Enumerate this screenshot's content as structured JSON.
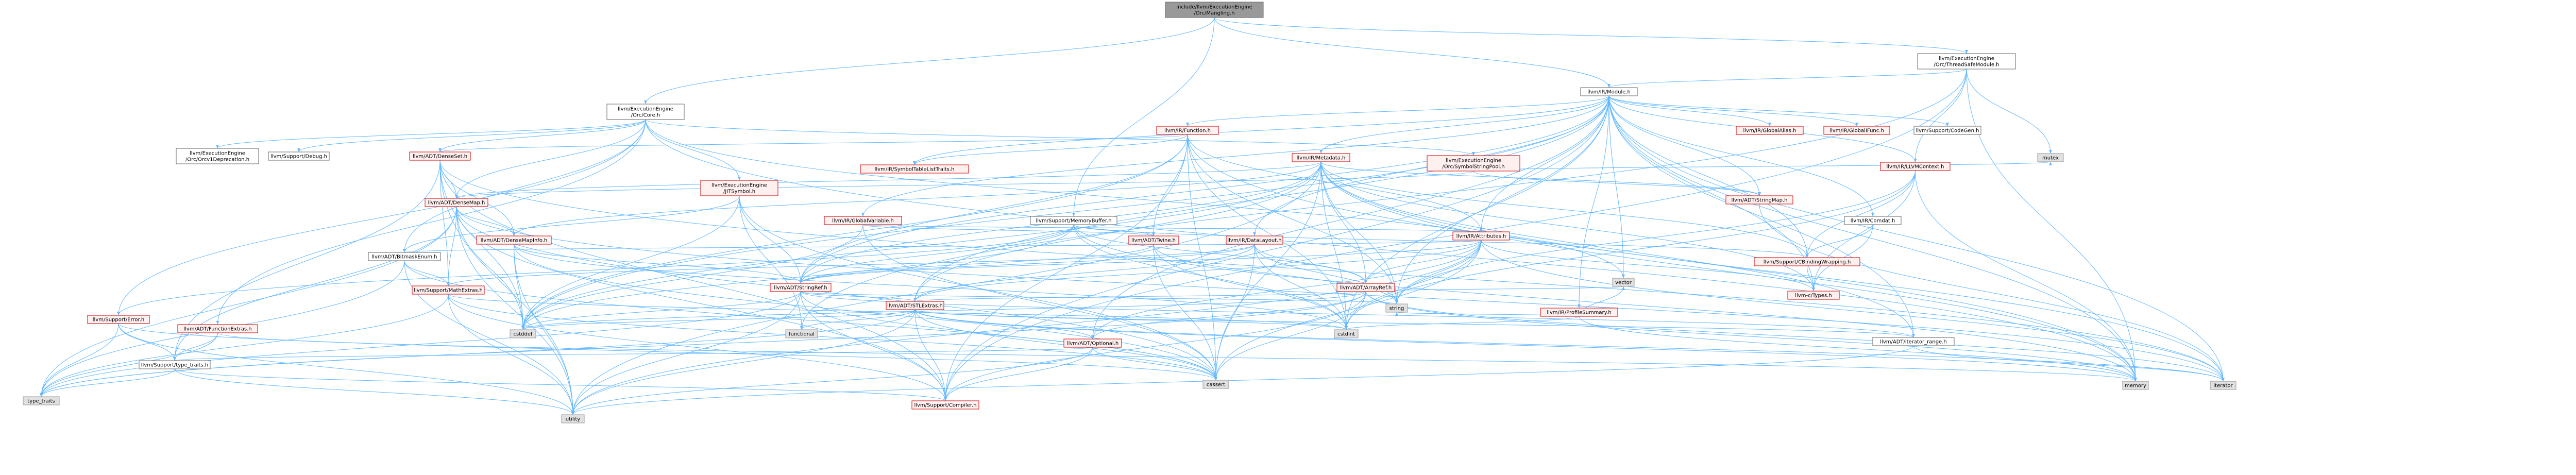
{
  "graph": {
    "title": "",
    "colors": {
      "root_fill": "#999999",
      "node_fill": "#ffffff",
      "node_border": "#666666",
      "truncated_fill": "#fff0f0",
      "truncated_border": "#cc0000",
      "system_fill": "#e0e0e0",
      "edge": "#63b8ff"
    },
    "nodes": [
      {
        "id": "root",
        "kind": "root",
        "lines": [
          "include/llvm/ExecutionEngine",
          "/Orc/Mangling.h"
        ]
      },
      {
        "id": "tsm",
        "kind": "normal",
        "lines": [
          "llvm/ExecutionEngine",
          "/Orc/ThreadSafeModule.h"
        ]
      },
      {
        "id": "module",
        "kind": "normal",
        "lines": [
          "llvm/IR/Module.h"
        ]
      },
      {
        "id": "core",
        "kind": "normal",
        "lines": [
          "llvm/ExecutionEngine",
          "/Orc/Core.h"
        ]
      },
      {
        "id": "orcdep",
        "kind": "normal",
        "lines": [
          "llvm/ExecutionEngine",
          "/Orc/Orcv1Deprecation.h"
        ]
      },
      {
        "id": "debug",
        "kind": "normal",
        "lines": [
          "llvm/Support/Debug.h"
        ]
      },
      {
        "id": "denseset",
        "kind": "trunc",
        "lines": [
          "llvm/ADT/DenseSet.h"
        ]
      },
      {
        "id": "jitsymbol",
        "kind": "trunc",
        "lines": [
          "llvm/ExecutionEngine",
          "/JITSymbol.h"
        ]
      },
      {
        "id": "symtablelist",
        "kind": "trunc",
        "lines": [
          "llvm/IR/SymbolTableListTraits.h"
        ]
      },
      {
        "id": "globalvar",
        "kind": "trunc",
        "lines": [
          "llvm/IR/GlobalVariable.h"
        ]
      },
      {
        "id": "function",
        "kind": "trunc",
        "lines": [
          "llvm/IR/Function.h"
        ]
      },
      {
        "id": "metadata",
        "kind": "trunc",
        "lines": [
          "llvm/IR/Metadata.h"
        ]
      },
      {
        "id": "symstrpool",
        "kind": "trunc",
        "lines": [
          "llvm/ExecutionEngine",
          "/Orc/SymbolStringPool.h"
        ]
      },
      {
        "id": "globalalias",
        "kind": "trunc",
        "lines": [
          "llvm/IR/GlobalAlias.h"
        ]
      },
      {
        "id": "globalifunc",
        "kind": "trunc",
        "lines": [
          "llvm/IR/GlobalIFunc.h"
        ]
      },
      {
        "id": "codegen",
        "kind": "normal",
        "lines": [
          "llvm/Support/CodeGen.h"
        ]
      },
      {
        "id": "comdat",
        "kind": "normal",
        "lines": [
          "llvm/IR/Comdat.h"
        ]
      },
      {
        "id": "llvmctx",
        "kind": "trunc",
        "lines": [
          "llvm/IR/LLVMContext.h"
        ]
      },
      {
        "id": "stringmap",
        "kind": "trunc",
        "lines": [
          "llvm/ADT/StringMap.h"
        ]
      },
      {
        "id": "mutex",
        "kind": "sys",
        "lines": [
          "mutex"
        ]
      },
      {
        "id": "densemap",
        "kind": "trunc",
        "lines": [
          "llvm/ADT/DenseMap.h"
        ]
      },
      {
        "id": "densemapinfo",
        "kind": "trunc",
        "lines": [
          "llvm/ADT/DenseMapInfo.h"
        ]
      },
      {
        "id": "bitmask",
        "kind": "normal",
        "lines": [
          "llvm/ADT/BitmaskEnum.h"
        ]
      },
      {
        "id": "memorybuffer",
        "kind": "normal",
        "lines": [
          "llvm/Support/MemoryBuffer.h"
        ]
      },
      {
        "id": "twine",
        "kind": "trunc",
        "lines": [
          "llvm/ADT/Twine.h"
        ]
      },
      {
        "id": "datalayout",
        "kind": "trunc",
        "lines": [
          "llvm/IR/DataLayout.h"
        ]
      },
      {
        "id": "attributes",
        "kind": "trunc",
        "lines": [
          "llvm/IR/Attributes.h"
        ]
      },
      {
        "id": "cbinding",
        "kind": "trunc",
        "lines": [
          "llvm/Support/CBindingWrapping.h"
        ]
      },
      {
        "id": "ctypes",
        "kind": "trunc",
        "lines": [
          "llvm-c/Types.h"
        ]
      },
      {
        "id": "stringref",
        "kind": "trunc",
        "lines": [
          "llvm/ADT/StringRef.h"
        ]
      },
      {
        "id": "arrayref",
        "kind": "trunc",
        "lines": [
          "llvm/ADT/ArrayRef.h"
        ]
      },
      {
        "id": "mathextras",
        "kind": "trunc",
        "lines": [
          "llvm/Support/MathExtras.h"
        ]
      },
      {
        "id": "stlextras",
        "kind": "trunc",
        "lines": [
          "llvm/ADT/STLExtras.h"
        ]
      },
      {
        "id": "profsummary",
        "kind": "trunc",
        "lines": [
          "llvm/IR/ProfileSummary.h"
        ]
      },
      {
        "id": "error",
        "kind": "trunc",
        "lines": [
          "llvm/Support/Error.h"
        ]
      },
      {
        "id": "funcextras",
        "kind": "trunc",
        "lines": [
          "llvm/ADT/FunctionExtras.h"
        ]
      },
      {
        "id": "optional",
        "kind": "trunc",
        "lines": [
          "llvm/ADT/Optional.h"
        ]
      },
      {
        "id": "iterrange",
        "kind": "normal",
        "lines": [
          "llvm/ADT/iterator_range.h"
        ]
      },
      {
        "id": "typetraits",
        "kind": "normal",
        "lines": [
          "llvm/Support/type_traits.h"
        ]
      },
      {
        "id": "compiler",
        "kind": "trunc",
        "lines": [
          "llvm/Support/Compiler.h"
        ]
      },
      {
        "id": "cstddef",
        "kind": "sys",
        "lines": [
          "cstddef"
        ]
      },
      {
        "id": "functional",
        "kind": "sys",
        "lines": [
          "functional"
        ]
      },
      {
        "id": "string",
        "kind": "sys",
        "lines": [
          "string"
        ]
      },
      {
        "id": "vector",
        "kind": "sys",
        "lines": [
          "vector"
        ]
      },
      {
        "id": "cstdint",
        "kind": "sys",
        "lines": [
          "cstdint"
        ]
      },
      {
        "id": "cassert",
        "kind": "sys",
        "lines": [
          "cassert"
        ]
      },
      {
        "id": "memory",
        "kind": "sys",
        "lines": [
          "memory"
        ]
      },
      {
        "id": "iterator",
        "kind": "sys",
        "lines": [
          "iterator"
        ]
      },
      {
        "id": "typetraitsstd",
        "kind": "sys",
        "lines": [
          "type_traits"
        ]
      },
      {
        "id": "utility",
        "kind": "sys",
        "lines": [
          "utility"
        ]
      }
    ],
    "edges": [
      [
        "root",
        "tsm"
      ],
      [
        "root",
        "module"
      ],
      [
        "root",
        "core"
      ],
      [
        "root",
        "memorybuffer"
      ],
      [
        "tsm",
        "module"
      ],
      [
        "tsm",
        "llvmctx"
      ],
      [
        "tsm",
        "compiler"
      ],
      [
        "tsm",
        "functional"
      ],
      [
        "tsm",
        "memory"
      ],
      [
        "tsm",
        "mutex"
      ],
      [
        "module",
        "comdat"
      ],
      [
        "module",
        "cbinding"
      ],
      [
        "module",
        "ctypes"
      ],
      [
        "module",
        "attributes"
      ],
      [
        "module",
        "datalayout"
      ],
      [
        "module",
        "function"
      ],
      [
        "module",
        "globalalias"
      ],
      [
        "module",
        "globalifunc"
      ],
      [
        "module",
        "globalvar"
      ],
      [
        "module",
        "metadata"
      ],
      [
        "module",
        "profsummary"
      ],
      [
        "module",
        "symtablelist"
      ],
      [
        "module",
        "codegen"
      ],
      [
        "module",
        "iterrange"
      ],
      [
        "module",
        "stringmap"
      ],
      [
        "module",
        "stringref"
      ],
      [
        "module",
        "stlextras"
      ],
      [
        "module",
        "optional"
      ],
      [
        "module",
        "cstddef"
      ],
      [
        "module",
        "cstdint"
      ],
      [
        "module",
        "iterator"
      ],
      [
        "module",
        "memory"
      ],
      [
        "module",
        "string"
      ],
      [
        "module",
        "vector"
      ],
      [
        "module",
        "llvmctx"
      ],
      [
        "module",
        "compiler"
      ],
      [
        "core",
        "bitmask"
      ],
      [
        "core",
        "densemap"
      ],
      [
        "core",
        "denseset"
      ],
      [
        "core",
        "funcextras"
      ],
      [
        "core",
        "jitsymbol"
      ],
      [
        "core",
        "symstrpool"
      ],
      [
        "core",
        "orcdep"
      ],
      [
        "core",
        "debug"
      ],
      [
        "core",
        "error"
      ],
      [
        "core",
        "memory"
      ],
      [
        "core",
        "vector"
      ],
      [
        "denseset",
        "densemap"
      ],
      [
        "denseset",
        "densemapinfo"
      ],
      [
        "denseset",
        "mathextras"
      ],
      [
        "denseset",
        "typetraits"
      ],
      [
        "denseset",
        "cstddef"
      ],
      [
        "denseset",
        "utility"
      ],
      [
        "denseset",
        "iterator"
      ],
      [
        "denseset",
        "compiler"
      ],
      [
        "densemap",
        "densemapinfo"
      ],
      [
        "densemap",
        "mathextras"
      ],
      [
        "densemap",
        "compiler"
      ],
      [
        "densemap",
        "typetraits"
      ],
      [
        "densemap",
        "cassert"
      ],
      [
        "densemap",
        "cstddef"
      ],
      [
        "densemap",
        "iterator"
      ],
      [
        "densemap",
        "utility"
      ],
      [
        "densemap",
        "typetraitsstd"
      ],
      [
        "densemapinfo",
        "cassert"
      ],
      [
        "densemapinfo",
        "cstddef"
      ],
      [
        "densemapinfo",
        "cstdint"
      ],
      [
        "densemapinfo",
        "utility"
      ],
      [
        "densemapinfo",
        "stringref"
      ],
      [
        "jitsymbol",
        "functional"
      ],
      [
        "jitsymbol",
        "cassert"
      ],
      [
        "jitsymbol",
        "cstddef"
      ],
      [
        "jitsymbol",
        "stringref"
      ],
      [
        "jitsymbol",
        "bitmask"
      ],
      [
        "bitmask",
        "cassert"
      ],
      [
        "bitmask",
        "typetraitsstd"
      ],
      [
        "bitmask",
        "utility"
      ],
      [
        "bitmask",
        "mathextras"
      ],
      [
        "function",
        "denseset"
      ],
      [
        "function",
        "stringref"
      ],
      [
        "function",
        "twine"
      ],
      [
        "function",
        "attributes"
      ],
      [
        "function",
        "symtablelist"
      ],
      [
        "function",
        "compiler"
      ],
      [
        "function",
        "cassert"
      ],
      [
        "function",
        "cstddef"
      ],
      [
        "function",
        "cstdint"
      ],
      [
        "function",
        "memory"
      ],
      [
        "function",
        "string"
      ],
      [
        "metadata",
        "arrayref"
      ],
      [
        "metadata",
        "densemap"
      ],
      [
        "metadata",
        "densemapinfo"
      ],
      [
        "metadata",
        "stringmap"
      ],
      [
        "metadata",
        "stringref"
      ],
      [
        "metadata",
        "cbinding"
      ],
      [
        "metadata",
        "ctypes"
      ],
      [
        "metadata",
        "stlextras"
      ],
      [
        "metadata",
        "iterrange"
      ],
      [
        "metadata",
        "cassert"
      ],
      [
        "metadata",
        "cstddef"
      ],
      [
        "metadata",
        "cstdint"
      ],
      [
        "metadata",
        "iterator"
      ],
      [
        "metadata",
        "memory"
      ],
      [
        "metadata",
        "string"
      ],
      [
        "metadata",
        "type_traits"
      ],
      [
        "metadata",
        "utility"
      ],
      [
        "symstrpool",
        "densemap"
      ],
      [
        "symstrpool",
        "stringmap"
      ],
      [
        "symstrpool",
        "mutex"
      ],
      [
        "symstrpool",
        "atomic"
      ],
      [
        "globalvar",
        "twine"
      ],
      [
        "globalvar",
        "attributes"
      ],
      [
        "globalvar",
        "cassert"
      ],
      [
        "globalvar",
        "cstddef"
      ],
      [
        "memorybuffer",
        "arrayref"
      ],
      [
        "memorybuffer",
        "stringref"
      ],
      [
        "memorybuffer",
        "twine"
      ],
      [
        "memorybuffer",
        "cbinding"
      ],
      [
        "memorybuffer",
        "error"
      ],
      [
        "memorybuffer",
        "memory"
      ],
      [
        "memorybuffer",
        "cstddef"
      ],
      [
        "memorybuffer",
        "cstdint"
      ],
      [
        "twine",
        "stringref"
      ],
      [
        "twine",
        "cassert"
      ],
      [
        "twine",
        "cstdint"
      ],
      [
        "twine",
        "string"
      ],
      [
        "datalayout",
        "arrayref"
      ],
      [
        "datalayout",
        "stringref"
      ],
      [
        "datalayout",
        "mathextras"
      ],
      [
        "datalayout",
        "cassert"
      ],
      [
        "datalayout",
        "cstdint"
      ],
      [
        "datalayout",
        "string"
      ],
      [
        "datalayout",
        "stlextras"
      ],
      [
        "attributes",
        "arrayref"
      ],
      [
        "attributes",
        "stringref"
      ],
      [
        "attributes",
        "stlextras"
      ],
      [
        "attributes",
        "optional"
      ],
      [
        "attributes",
        "ctypes"
      ],
      [
        "attributes",
        "iterator"
      ],
      [
        "attributes",
        "cassert"
      ],
      [
        "attributes",
        "cstdint"
      ],
      [
        "attributes",
        "string"
      ],
      [
        "attributes",
        "utility"
      ],
      [
        "attributes",
        "bitmask"
      ],
      [
        "cbinding",
        "ctypes"
      ],
      [
        "llvmctx",
        "ctypes"
      ],
      [
        "llvmctx",
        "cbinding"
      ],
      [
        "llvmctx",
        "cstdint"
      ],
      [
        "llvmctx",
        "memory"
      ],
      [
        "llvmctx",
        "string"
      ],
      [
        "comdat",
        "ctypes"
      ],
      [
        "comdat",
        "cbinding"
      ],
      [
        "stringmap",
        "iterator"
      ],
      [
        "stringref",
        "stlextras"
      ],
      [
        "stringref",
        "compiler"
      ],
      [
        "stringref",
        "cassert"
      ],
      [
        "stringref",
        "cstddef"
      ],
      [
        "stringref",
        "string"
      ],
      [
        "stringref",
        "utility"
      ],
      [
        "stringref",
        "typetraitsstd"
      ],
      [
        "stringref",
        "iterrange"
      ],
      [
        "arrayref",
        "stlextras"
      ],
      [
        "arrayref",
        "compiler"
      ],
      [
        "arrayref",
        "cassert"
      ],
      [
        "arrayref",
        "cstddef"
      ],
      [
        "arrayref",
        "iterator"
      ],
      [
        "arrayref",
        "memory"
      ],
      [
        "arrayref",
        "typetraitsstd"
      ],
      [
        "arrayref",
        "vector"
      ],
      [
        "arrayref",
        "optional"
      ],
      [
        "mathextras",
        "compiler"
      ],
      [
        "mathextras",
        "cassert"
      ],
      [
        "mathextras",
        "utility"
      ],
      [
        "mathextras",
        "typetraitsstd"
      ],
      [
        "mathextras",
        "cstdint"
      ],
      [
        "stlextras",
        "optional"
      ],
      [
        "stlextras",
        "iterrange"
      ],
      [
        "stlextras",
        "compiler"
      ],
      [
        "stlextras",
        "cassert"
      ],
      [
        "stlextras",
        "cstddef"
      ],
      [
        "stlextras",
        "cstdint"
      ],
      [
        "stlextras",
        "functional"
      ],
      [
        "stlextras",
        "iterator"
      ],
      [
        "stlextras",
        "memory"
      ],
      [
        "stlextras",
        "typetraitsstd"
      ],
      [
        "stlextras",
        "utility"
      ],
      [
        "profsummary",
        "cstdint"
      ],
      [
        "profsummary",
        "vector"
      ],
      [
        "profsummary",
        "memory"
      ],
      [
        "profsummary",
        "string"
      ],
      [
        "error",
        "typetraits"
      ],
      [
        "error",
        "typetraitsstd"
      ],
      [
        "error",
        "utility"
      ],
      [
        "error",
        "cassert"
      ],
      [
        "funcextras",
        "typetraits"
      ],
      [
        "funcextras",
        "memory"
      ],
      [
        "funcextras",
        "typetraitsstd"
      ],
      [
        "optional",
        "compiler"
      ],
      [
        "optional",
        "typetraits"
      ],
      [
        "optional",
        "cassert"
      ],
      [
        "optional",
        "new"
      ],
      [
        "optional",
        "utility"
      ],
      [
        "iterrange",
        "iterator"
      ],
      [
        "iterrange",
        "utility"
      ],
      [
        "typetraits",
        "compiler"
      ],
      [
        "typetraits",
        "typetraitsstd"
      ],
      [
        "typetraits",
        "utility"
      ]
    ]
  }
}
